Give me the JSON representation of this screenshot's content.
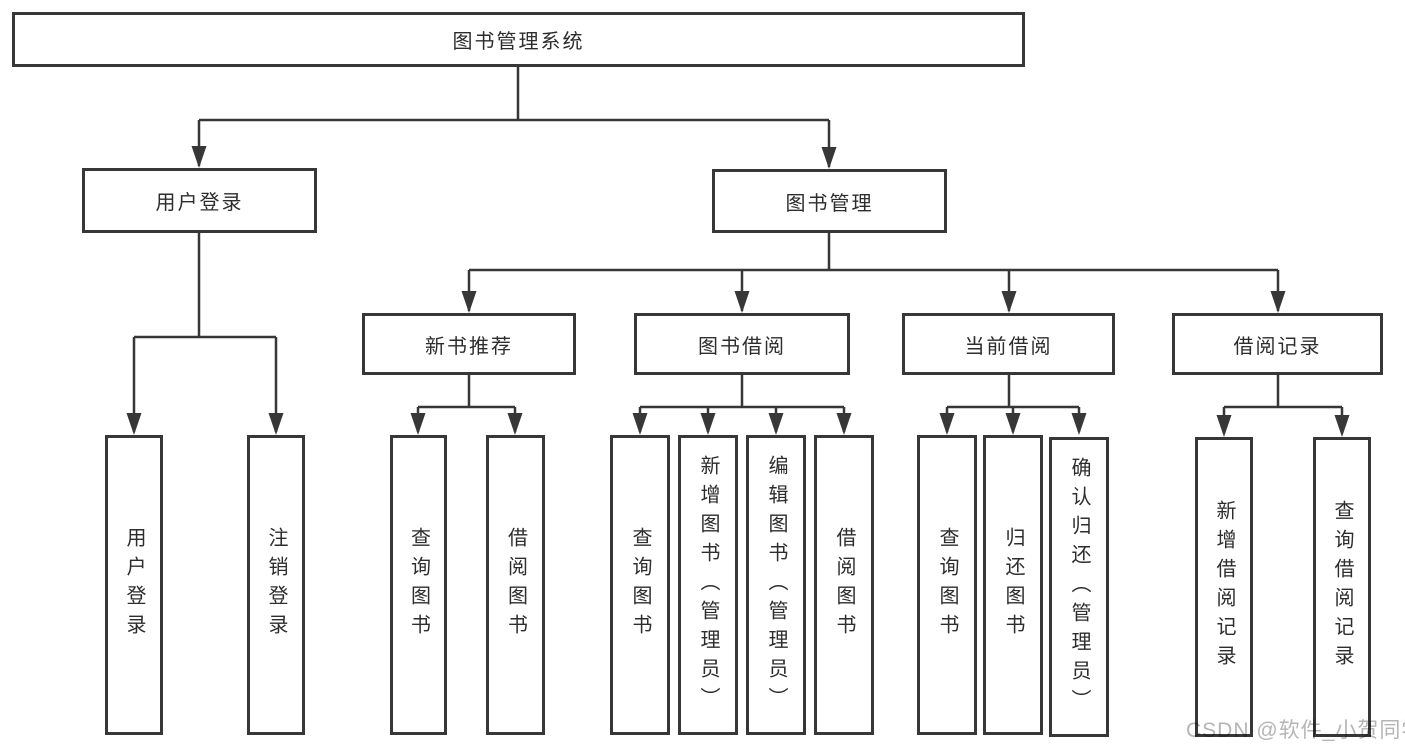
{
  "colors": {
    "line": "#373737",
    "box_border": "#373737",
    "text": "#2d2d2d",
    "background": "#ffffff",
    "watermark": "#b5b5b5"
  },
  "watermark": "CSDN @软件_小贺同学",
  "tree": {
    "root": "图书管理系统",
    "branches": [
      {
        "label": "用户登录",
        "children": [
          "用户登录",
          "注销登录"
        ]
      },
      {
        "label": "图书管理",
        "groups": [
          {
            "label": "新书推荐",
            "children": [
              "查询图书",
              "借阅图书"
            ]
          },
          {
            "label": "图书借阅",
            "children": [
              "查询图书",
              "新增图书（管理员）",
              "编辑图书（管理员）",
              "借阅图书"
            ]
          },
          {
            "label": "当前借阅",
            "children": [
              "查询图书",
              "归还图书",
              "确认归还（管理员）"
            ]
          },
          {
            "label": "借阅记录",
            "children": [
              "新增借阅记录",
              "查询借阅记录"
            ]
          }
        ]
      }
    ]
  }
}
